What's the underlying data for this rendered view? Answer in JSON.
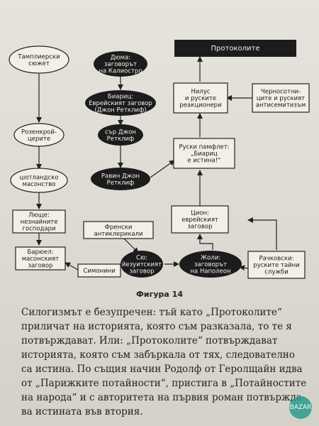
{
  "figure": {
    "nodes": [
      {
        "id": "templars",
        "lines": [
          "Тамплиерски",
          "сюжет"
        ]
      },
      {
        "id": "rosicrucians",
        "lines": [
          "Розенкрой-",
          "церите"
        ]
      },
      {
        "id": "scottish",
        "lines": [
          "шотландско",
          "масонство"
        ]
      },
      {
        "id": "unknown",
        "lines": [
          "Люще: ",
          "незнайните",
          "господари"
        ]
      },
      {
        "id": "barruel",
        "lines": [
          "Барюел:",
          "масонският",
          "заговор"
        ]
      },
      {
        "id": "simonini",
        "lines": [
          "Симонини"
        ]
      },
      {
        "id": "dumas",
        "lines": [
          "Дюма:",
          "заговорът",
          "на Калиостро"
        ]
      },
      {
        "id": "biarritz",
        "lines": [
          "Биариц:",
          "Еврейският заговор",
          "(Джон Ретклиф)"
        ]
      },
      {
        "id": "sir",
        "lines": [
          "сър Джон",
          "Ретклиф"
        ]
      },
      {
        "id": "rabbi",
        "lines": [
          "Равин Джон",
          "Ретклиф"
        ]
      },
      {
        "id": "anticlerical",
        "lines": [
          "Френски",
          "антиклерикали"
        ]
      },
      {
        "id": "sue",
        "lines": [
          "Сю:",
          "йезуитският",
          "заговор"
        ]
      },
      {
        "id": "joly",
        "lines": [
          "Жоли:",
          "заговорът",
          "на Наполеон"
        ]
      },
      {
        "id": "rachkovsky",
        "lines": [
          "Рачковски:",
          "руските тайни",
          "служби"
        ]
      },
      {
        "id": "cyon",
        "lines": [
          "Цион:",
          "еврейският",
          "заговор"
        ]
      },
      {
        "id": "pamphlet",
        "lines": [
          "Руски памфлет:",
          "„Биариц",
          "е истина!“"
        ]
      },
      {
        "id": "nilus",
        "lines": [
          "Нилус",
          "и руските",
          "реакционери"
        ]
      },
      {
        "id": "blackhundreds",
        "lines": [
          "Черносотни-",
          "ците и руският",
          "антисемитизъм"
        ]
      },
      {
        "id": "protocols",
        "lines": [
          "Протоколите"
        ]
      }
    ],
    "caption": "Фигура 14"
  },
  "paragraph": {
    "lines": [
      "Силогизмът е безупречен: тъй като „Протоколите“",
      "приличат на историята, която съм разказала, то те я",
      "потвърждават. Или: „Протоколите“ потвърждават",
      "историята, която съм забъркала от тях, следователно",
      "са истина. По същия начин Родолф от Геролщайн идва",
      "от „Парижките потайности“, пристига в „Потайностите",
      "на народа“ и с авторитета на първия роман потвържда-",
      "ва истината във втория."
    ]
  },
  "watermark": "BAZAR"
}
